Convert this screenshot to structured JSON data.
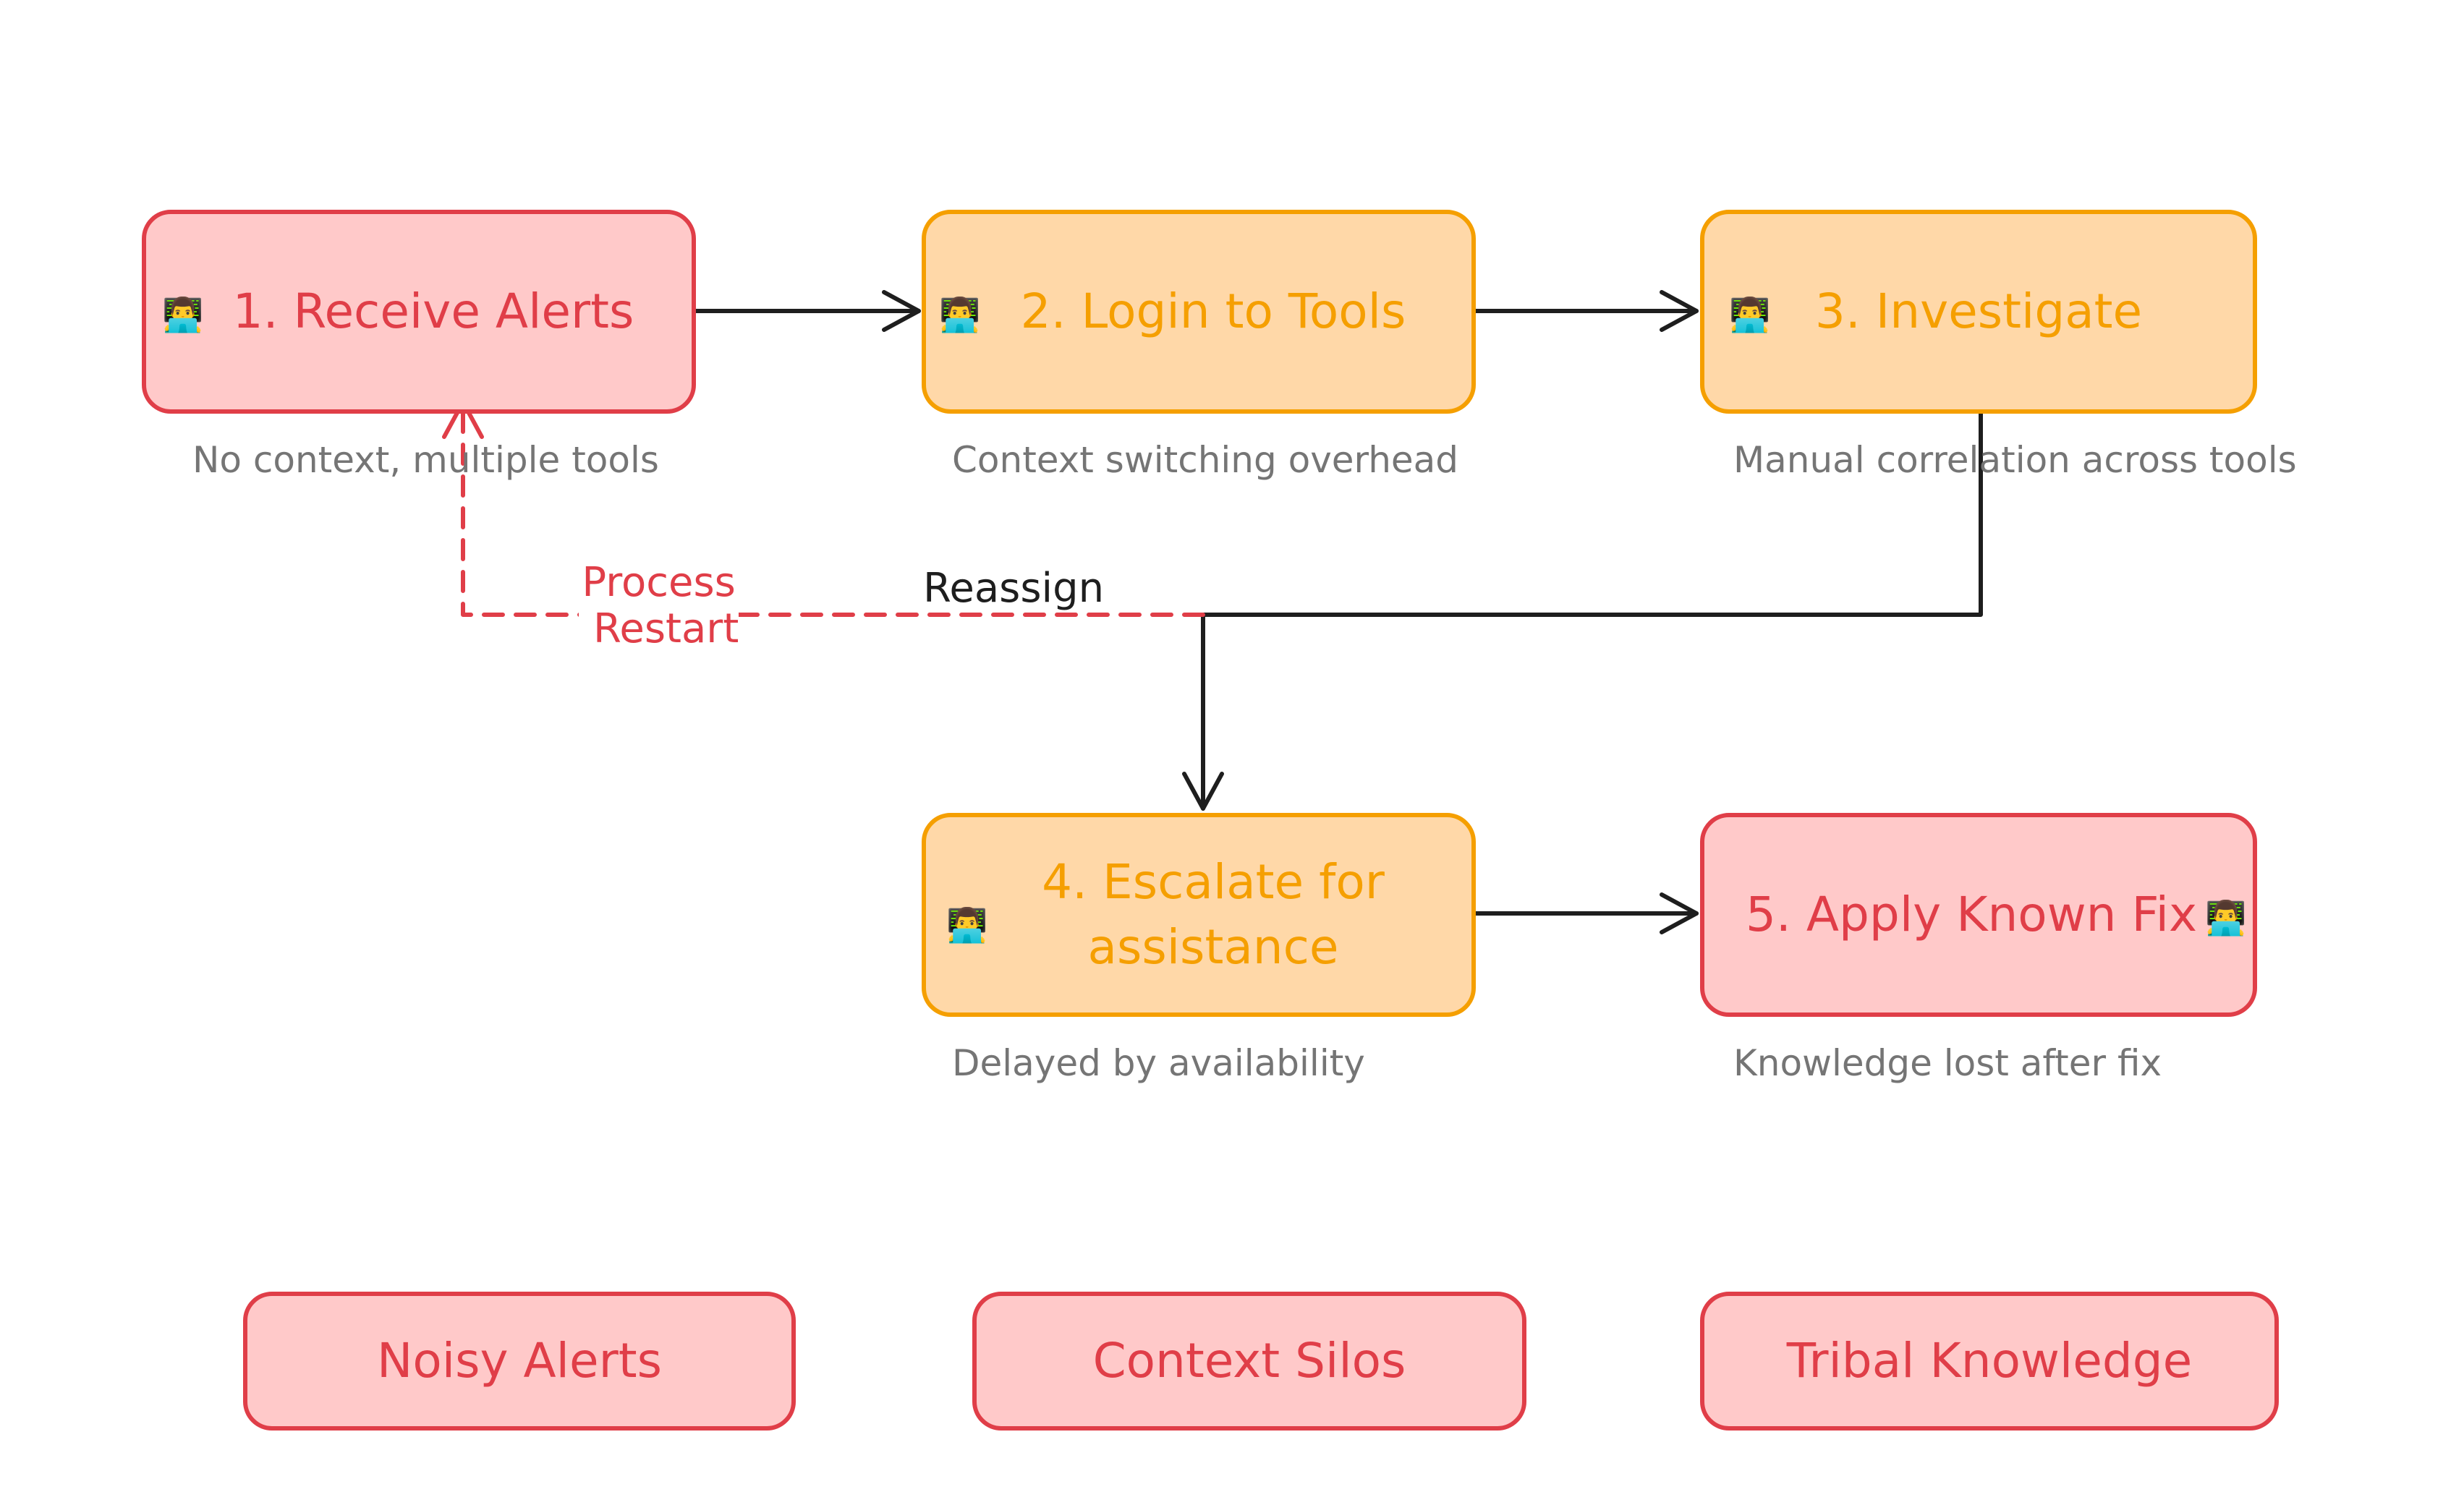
{
  "colors": {
    "problem_fill": "#ffc9c9",
    "problem_stroke": "#e03e48",
    "step_fill": "#ffd8a8",
    "step_stroke": "#f59f00",
    "note_text": "#757575",
    "arrow": "#1e1e1e",
    "restart_arrow": "#e03e48"
  },
  "icons": {
    "person": "person-at-laptop-icon",
    "person_glyph": "👨‍💻"
  },
  "steps": [
    {
      "label": "1. Receive Alerts",
      "note": "No context, multiple tools"
    },
    {
      "label": "2. Login to Tools",
      "note": "Context switching overhead"
    },
    {
      "label": "3. Investigate",
      "note": "Manual correlation across tools"
    },
    {
      "label": "4. Escalate for assistance",
      "note": "Delayed by availability"
    },
    {
      "label": "5. Apply Known Fix",
      "note": "Knowledge lost after fix"
    }
  ],
  "edges": {
    "reassign_label": "Reassign",
    "restart_label_line1": "Process",
    "restart_label_line2": "Restart"
  },
  "problems": [
    "Noisy Alerts",
    "Context Silos",
    "Tribal Knowledge"
  ]
}
